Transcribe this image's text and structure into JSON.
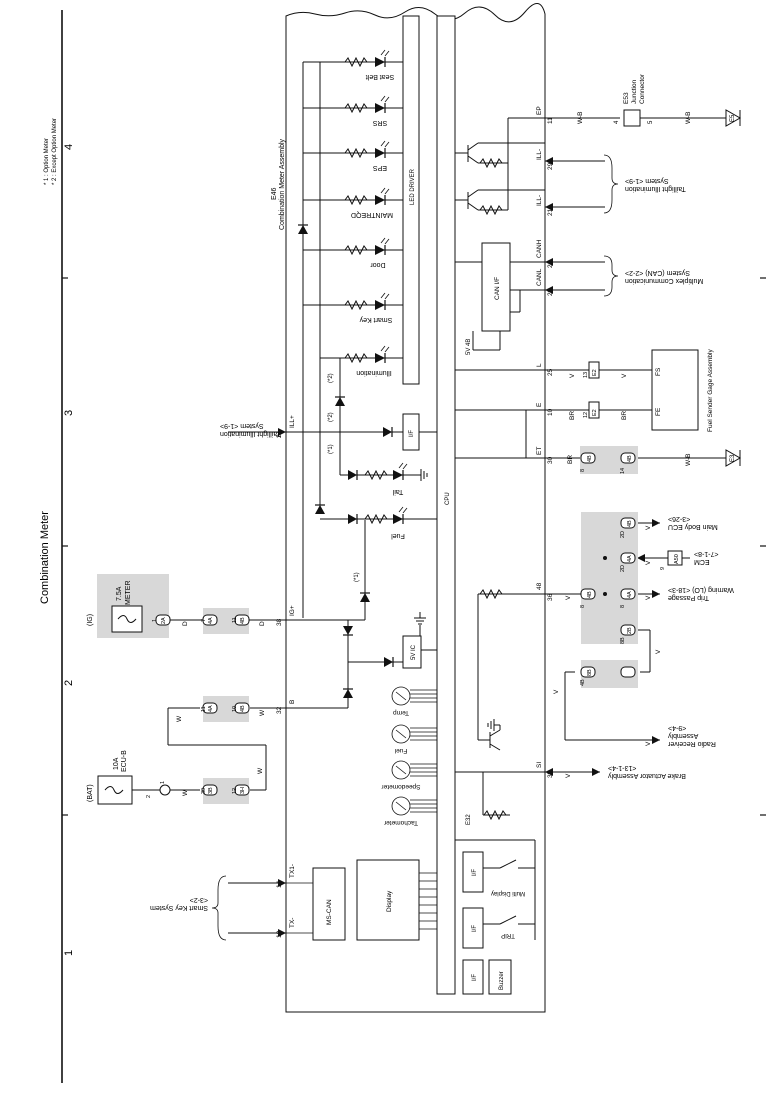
{
  "page": {
    "section_title": "Combination Meter",
    "notes": [
      "* 1 : Option Meter",
      "* 2 : Except Option Meter"
    ],
    "zone_numbers": [
      "4",
      "3",
      "2",
      "1"
    ]
  },
  "meter": {
    "title": "E46",
    "subtitle": "Combination Meter Assembly",
    "led_driver": "LED DRIVER",
    "cpu": "CPU",
    "can_if": "CAN I/F",
    "five_v_ic": "5V IC",
    "ms_can": "MS-CAN",
    "display": "Display",
    "buzzer": "Buzzer",
    "iff": "I/F",
    "gauges": [
      "Temp",
      "Fuel",
      "Speedometer",
      "Tachometer"
    ],
    "leds": [
      "Seat Belt",
      "SRS",
      "EPS",
      "MAINTREQD",
      "Door",
      "Smart Key",
      "Illumination",
      "Tail",
      "Fuel"
    ],
    "switches": [
      "Multi Display",
      "TRIP"
    ],
    "pins": {
      "ep": {
        "name": "EP",
        "num": "11"
      },
      "illm1": {
        "name": "ILL-",
        "num": "29"
      },
      "illm2": {
        "name": "ILL-",
        "num": "21"
      },
      "canh": {
        "name": "CANH",
        "num": "2"
      },
      "canl": {
        "name": "CANL",
        "num": "23"
      },
      "l": {
        "name": "L",
        "num": "25"
      },
      "e": {
        "name": "E",
        "num": "10"
      },
      "et": {
        "name": "ET",
        "num": "30"
      },
      "p48": {
        "name": "48",
        "num": "36"
      },
      "si": {
        "name": "SI",
        "num": "35"
      },
      "illp": {
        "name": "ILL+",
        "num": "24"
      },
      "igp": {
        "name": "IG+",
        "num": "38"
      },
      "b": {
        "name": "B",
        "num": "32"
      },
      "tx1": {
        "name": "TX1-",
        "num": "14"
      },
      "tx2": {
        "name": "TX-",
        "num": "13"
      }
    },
    "internal_labels": {
      "five_v": "5V 4B",
      "e32": "E32",
      "x1": "(*1)",
      "x2": "(*2)"
    }
  },
  "left": {
    "meter_fuse_a": "7.5A",
    "meter_fuse_b": "METER",
    "ig": "(IG)",
    "bat": "(BAT)",
    "ecu_fuse_a": "10A",
    "ecu_fuse_b": "ECU-B",
    "tail_sys_a": "Taillight Illumination",
    "tail_sys_b": "System <1-9>",
    "smart_key_a": "Smart Key System",
    "smart_key_b": "<3-2>",
    "wire_d": "D",
    "wire_w": "W",
    "conns": {
      "igf1": "1",
      "igf2": "2A",
      "ig1a": "7",
      "ig1b": "4A",
      "ig2a": "11",
      "ig2b": "4B",
      "bf1": "1",
      "bf2": "2",
      "b1a": "30",
      "b1b": "3B",
      "b2a": "12",
      "b2b": "3H",
      "bw1a": "11",
      "bw1b": "4A",
      "bw2a": "10",
      "bw2b": "4B"
    }
  },
  "right": {
    "junction": "E53",
    "junction_a": "Junction",
    "junction_b": "Connector",
    "ground_e5": "E5",
    "ground_e3": "E3",
    "wb": "W-B",
    "j4": "4",
    "j5": "5",
    "tail_illum_a": "Taillight Illumination",
    "tail_illum_b": "System <1-9>",
    "multiplex_a": "Multiplex Communication",
    "multiplex_b": "System (CAN) <2-2>",
    "fuel_sender": "Fuel Sender Gage Assembly",
    "fs": "FS",
    "fe": "FE",
    "v": "V",
    "br": "BR",
    "e2a": "E2",
    "e2b": "E2",
    "e2n1": "13",
    "e2n2": "12",
    "main_body": "Main Body ECU",
    "main_body_ref": "<3-26>",
    "ecm": "ECM",
    "ecm_ref": "<7-1-8>",
    "ecm_conn": "A50",
    "ecm_pin": "9",
    "trip_a": "Trip Passage",
    "trip_b": "Warning (LO) <18-3>",
    "radio_a": "Radio Receiver",
    "radio_b": "Assembly",
    "radio_ref": "<9-4>",
    "brake_a": "Brake Actuator Assembly",
    "brake_b": "<13-1-4>",
    "c_et1": "8",
    "c_et2": "4B",
    "c_et3": "14",
    "c_et4": "4B",
    "c_mb1": "2D",
    "c_mb2": "4B",
    "c_ecm1": "2D",
    "c_ecm2": "4A",
    "c_trip1": "8",
    "c_trip2": "4B",
    "c_trip3": "8",
    "c_trip4": "4A",
    "c_v1": "8B",
    "c_v2": "2B",
    "c_r1": "4B",
    "c_r2": "8B"
  }
}
